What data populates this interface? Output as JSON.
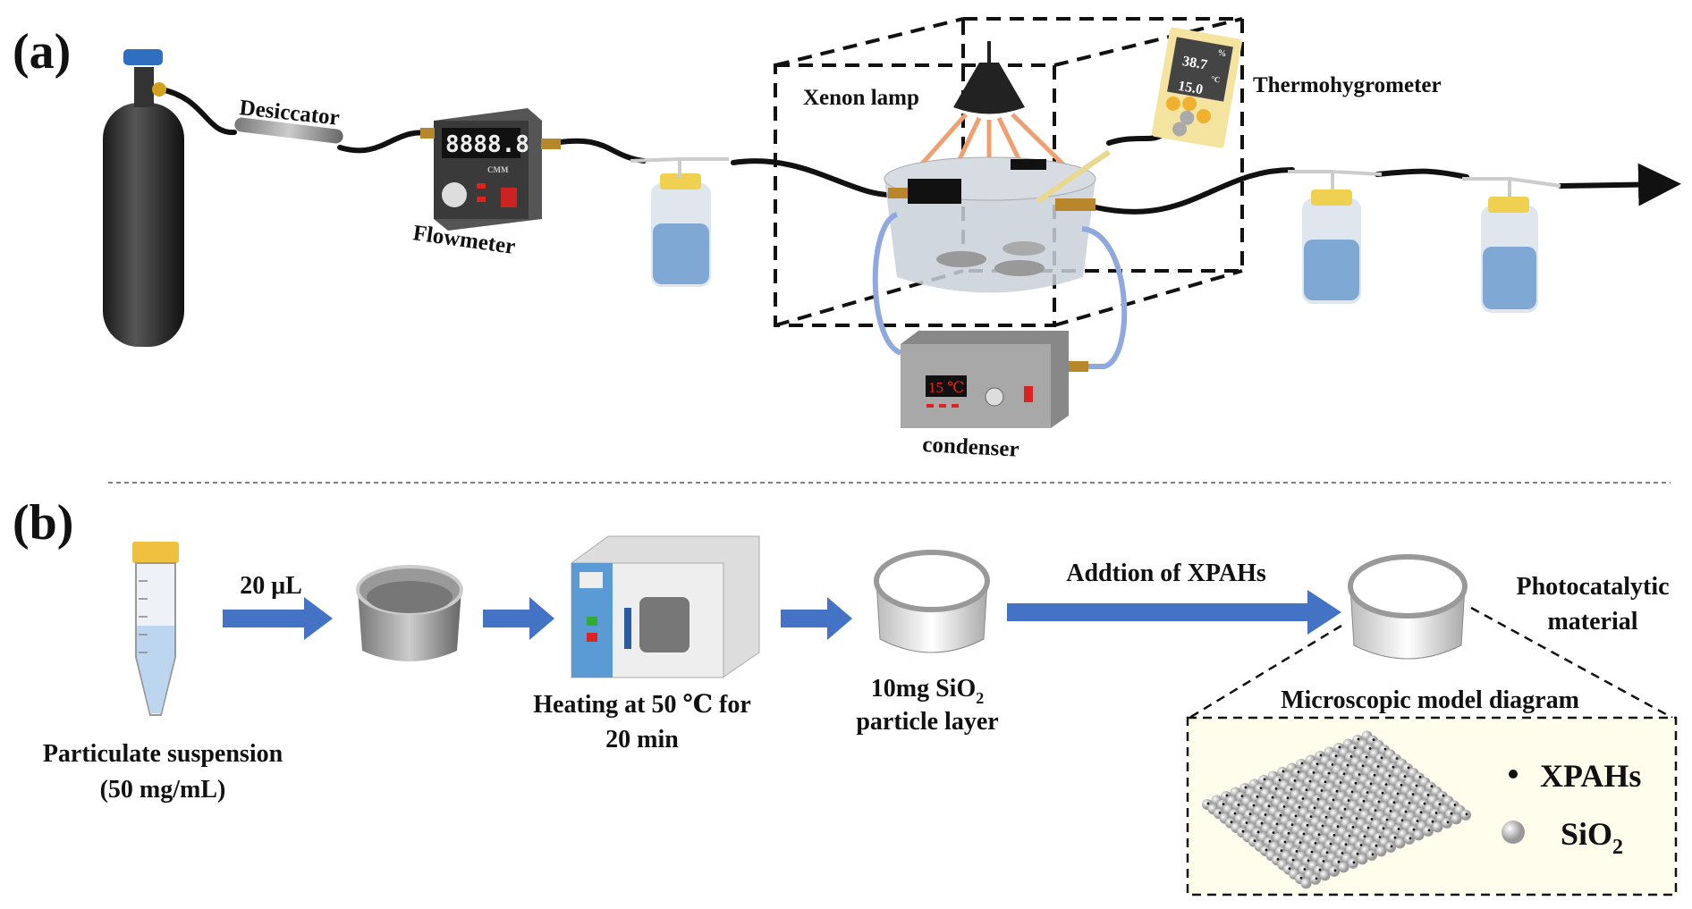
{
  "panel_a": {
    "label": "(a)",
    "desiccator": "Desiccator",
    "flowmeter": "Flowmeter",
    "flowmeter_display": "8888.8",
    "flowmeter_brand": "CMM",
    "xenon_lamp": "Xenon lamp",
    "thermohygrometer": "Thermohygrometer",
    "humidity_unit": "%",
    "humidity_value": "38.7",
    "temp_unit": "°C",
    "temp_value": "15.0",
    "condenser": "condenser",
    "condenser_display": "15 ℃"
  },
  "panel_b": {
    "label": "(b)",
    "suspension_line1": "Particulate suspension",
    "suspension_line2": "(50 mg/mL)",
    "volume": "20 μL",
    "heating_line1": "Heating at 50 ℃ for",
    "heating_line2": "20 min",
    "layer_line1_prefix": "10mg SiO",
    "layer_line1_sub": "2",
    "layer_line2": "particle layer",
    "addition": "Addtion of XPAHs",
    "photo_line1": "Photocatalytic",
    "photo_line2": "material",
    "micro_title": "Microscopic model diagram",
    "legend_xpahs": "XPAHs",
    "legend_sio2_prefix": "SiO",
    "legend_sio2_sub": "2"
  },
  "colors": {
    "arrow_blue": "#4472c4",
    "hose_blue": "#8fa9de",
    "model_box_fill": "#fffdec",
    "brass": "#b8862b"
  }
}
